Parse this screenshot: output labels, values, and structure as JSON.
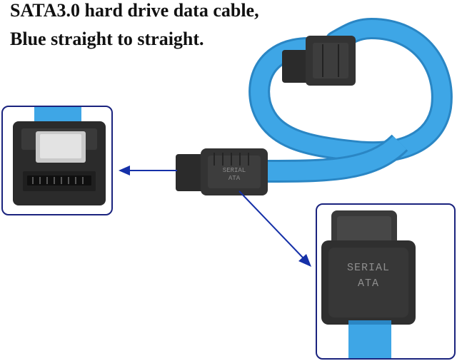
{
  "caption": {
    "line1": "SATA3.0 hard drive data cable,",
    "line2": "Blue straight to straight."
  },
  "colors": {
    "cable": "#3ea6e6",
    "cable_dark": "#2a86c4",
    "connector": "#2b2b2b",
    "frame": "#1a237e",
    "arrow": "#1530a8",
    "latch": "#c9c9c9"
  },
  "connector_molding": {
    "line1": "SERIAL",
    "line2": "ATA"
  }
}
